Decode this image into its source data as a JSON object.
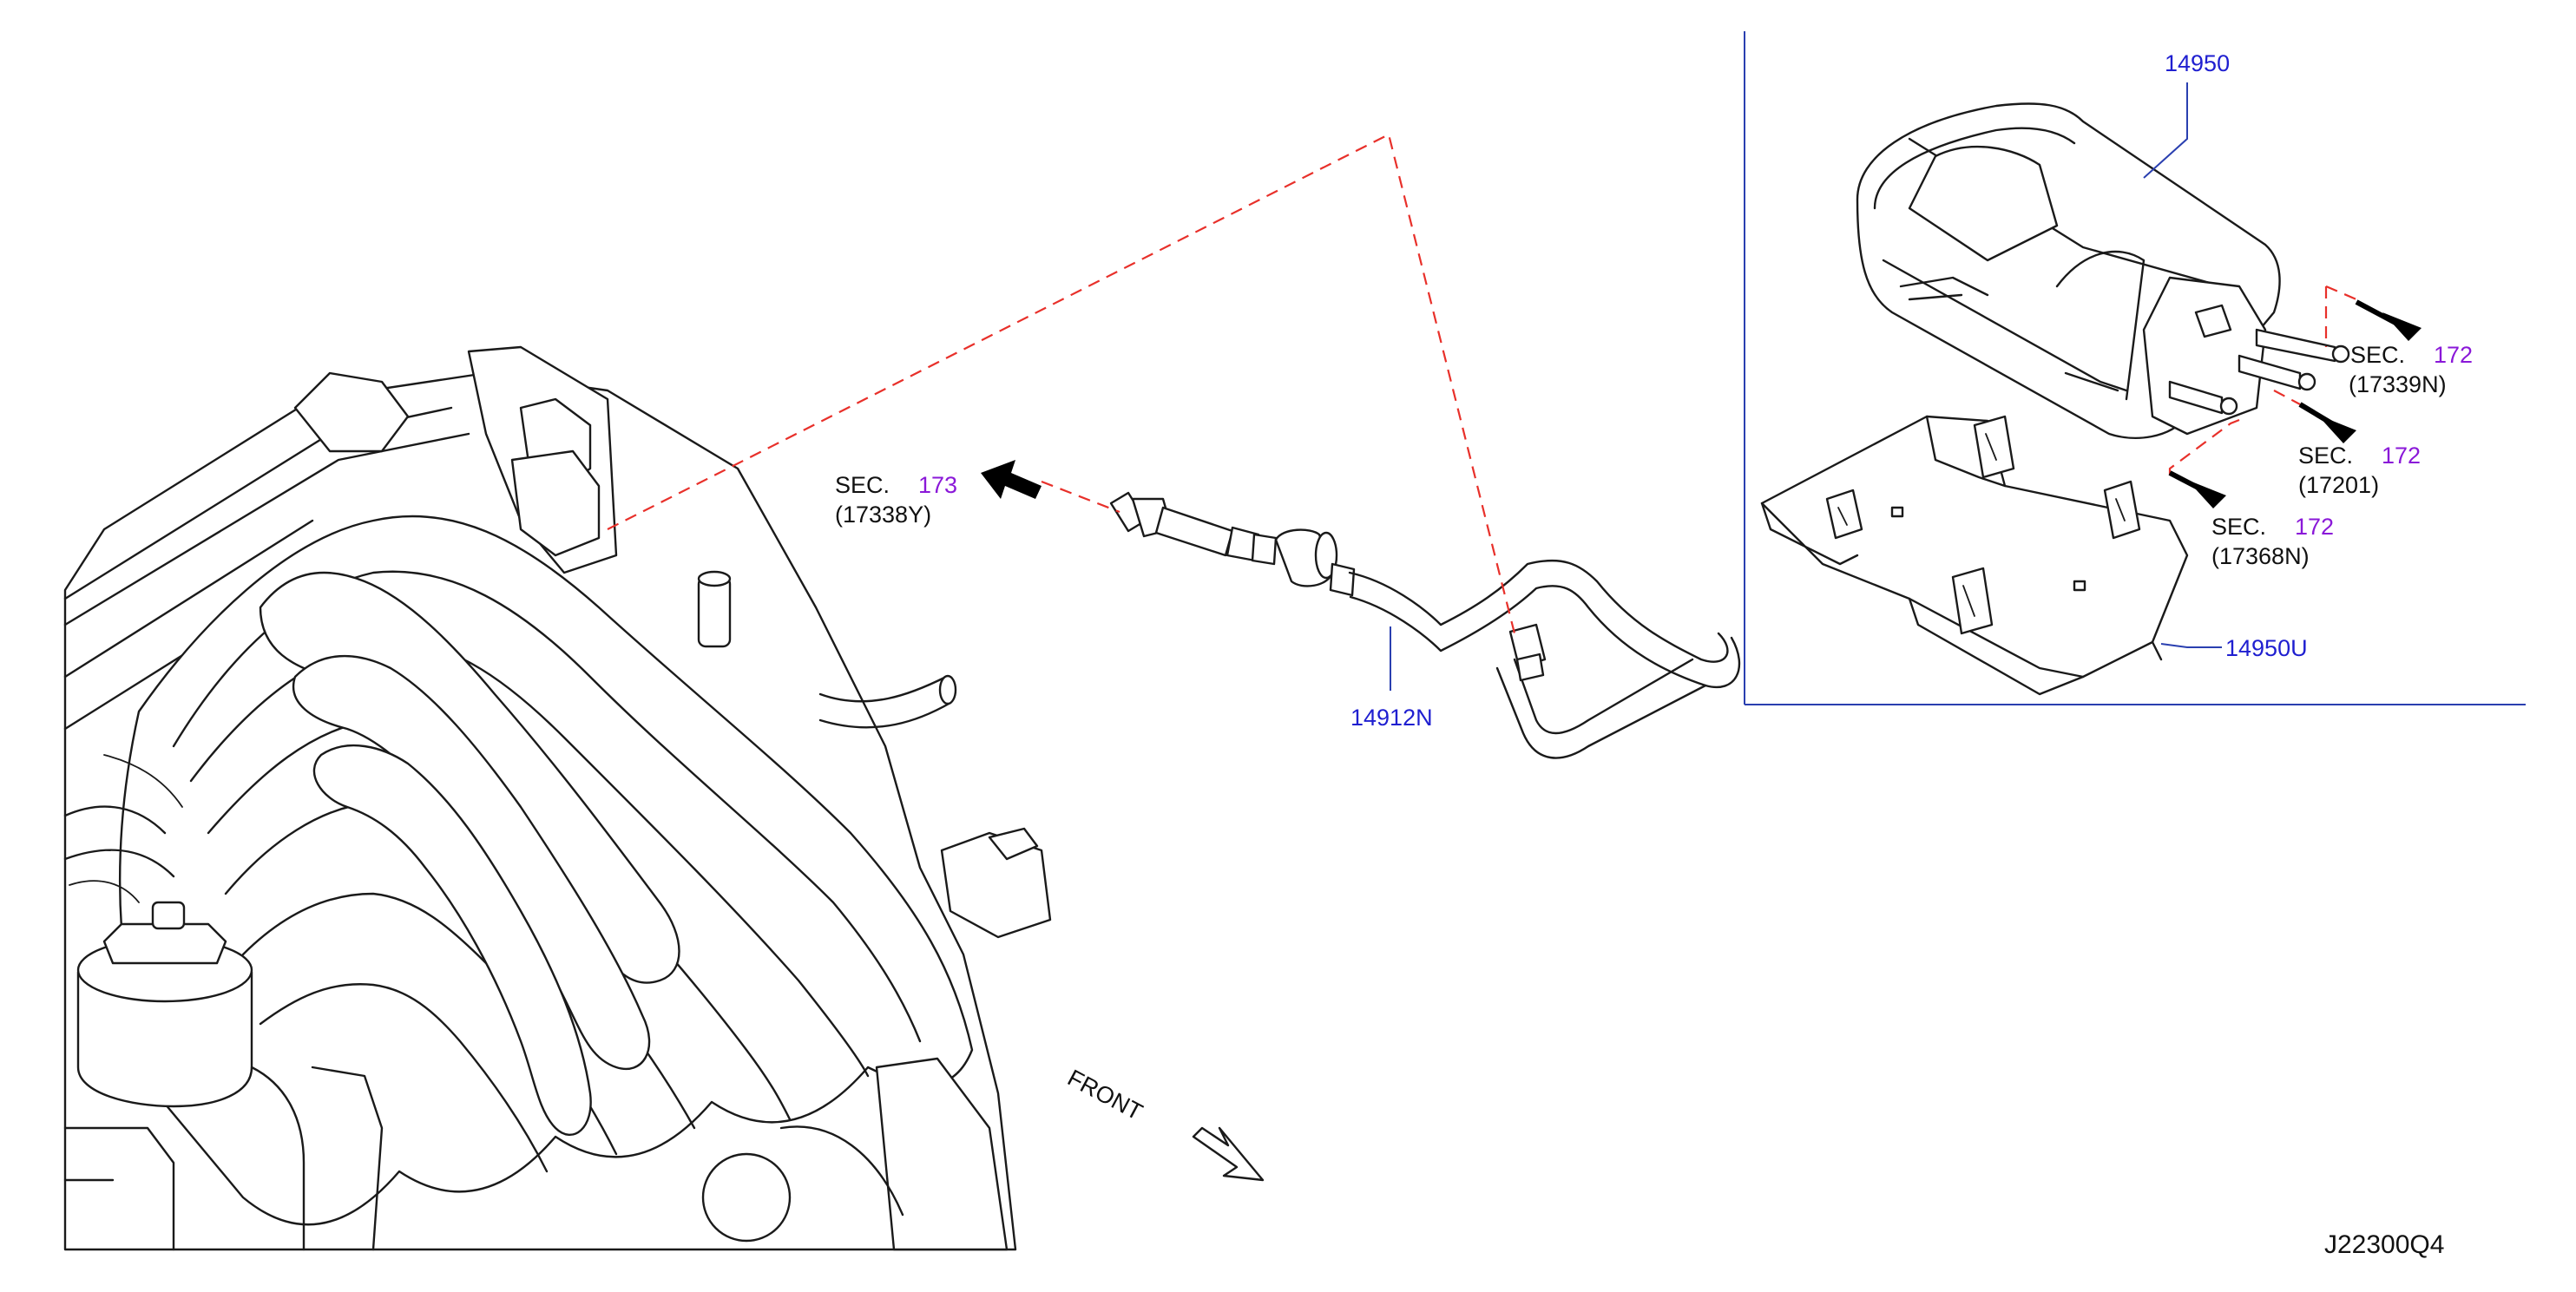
{
  "part_labels": {
    "canister": "14950",
    "canister_bracket": "14950U",
    "hose": "14912N"
  },
  "section_refs": [
    {
      "prefix": "SEC.",
      "number": "173",
      "code": "(17338Y)"
    },
    {
      "prefix": "SEC.",
      "number": "172",
      "code": "(17339N)"
    },
    {
      "prefix": "SEC.",
      "number": "172",
      "code": "(17201)"
    },
    {
      "prefix": "SEC.",
      "number": "172",
      "code": "(17368N)"
    }
  ],
  "front_label": "FRONT",
  "diagram_code": "J22300Q4",
  "colors": {
    "part_number": "#1f1fd0",
    "section_number": "#8a18d8",
    "callout_line": "#e8302a",
    "inset_frame": "#2a3fb0"
  }
}
